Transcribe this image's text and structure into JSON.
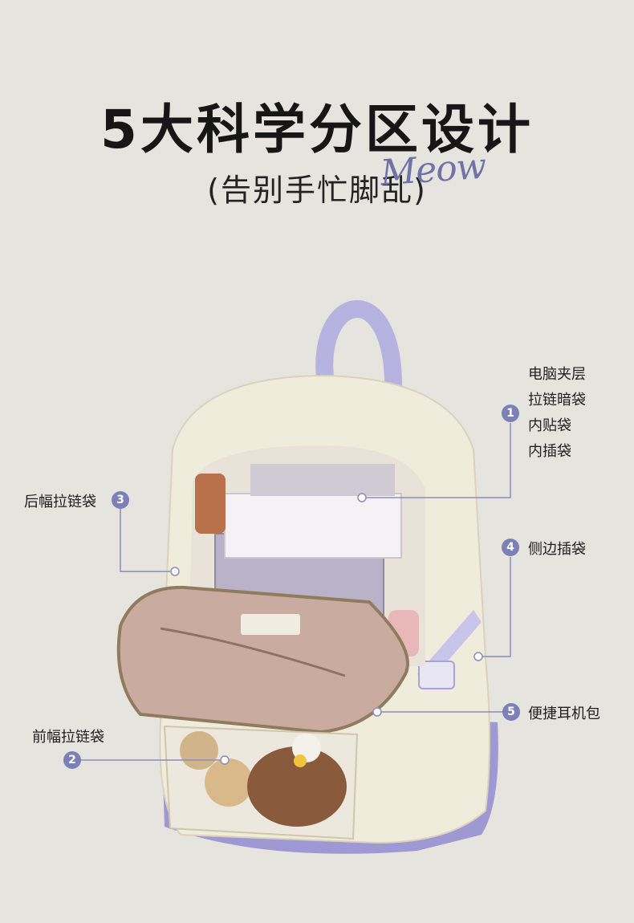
{
  "header": {
    "title": "5大科学分区设计",
    "subtitle": "(告别手忙脚乱)",
    "script_text": "Meow"
  },
  "callouts": [
    {
      "number": "1",
      "lines": [
        "电脑夹层",
        "拉链暗袋",
        "内贴袋",
        "内插袋"
      ]
    },
    {
      "number": "2",
      "label": "前幅拉链袋"
    },
    {
      "number": "3",
      "label": "后幅拉链袋"
    },
    {
      "number": "4",
      "label": "侧边插袋"
    },
    {
      "number": "5",
      "label": "便捷耳机包"
    }
  ],
  "colors": {
    "background": "#e5e4df",
    "badge": "#7b80b6",
    "leader_line": "#8a8eb8",
    "bag_body": "#f0ecdc",
    "bag_accent": "#b7b3e0",
    "lining": "#c9ac9f"
  }
}
